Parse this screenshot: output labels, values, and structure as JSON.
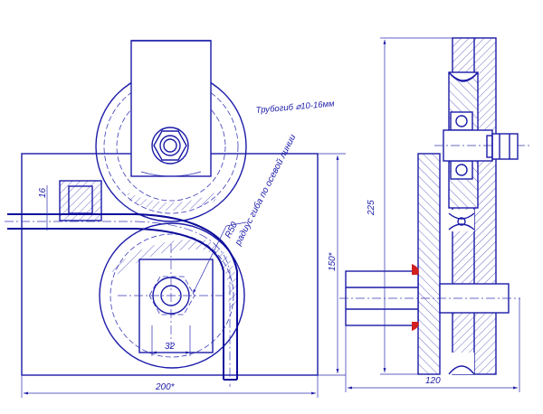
{
  "labels": {
    "title_note": "Трубогиб ⌀10-16мм",
    "bend_radius": "R50",
    "bend_note": "радиус гиба по осевой линии",
    "dim_16": "16",
    "dim_32": "32",
    "dim_150": "150*",
    "dim_200": "200*",
    "dim_225": "225",
    "dim_120": "120"
  },
  "colors": {
    "line": "#1a1aa8",
    "accent_red": "#d21f1f",
    "background": "#ffffff"
  }
}
